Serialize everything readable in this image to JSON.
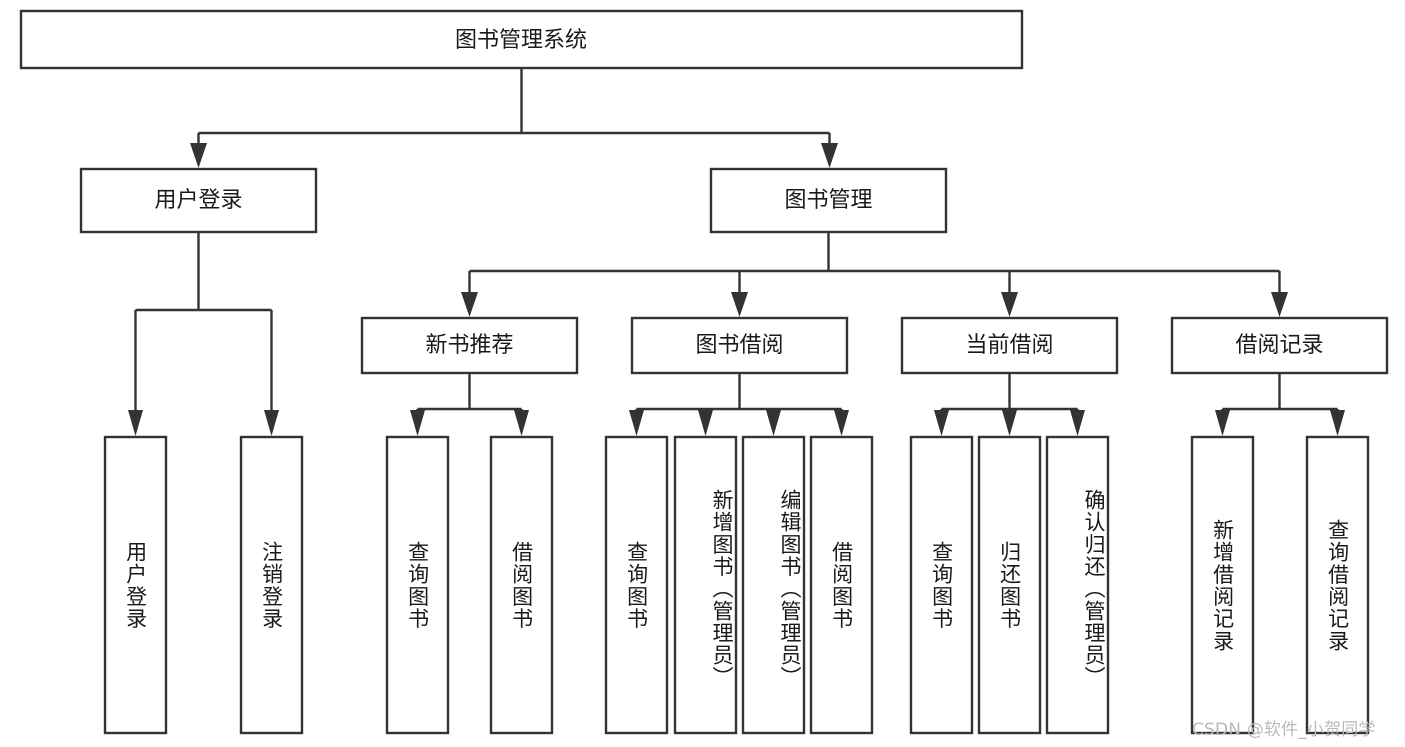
{
  "diagram": {
    "type": "tree-hierarchy",
    "title": "图书管理系统",
    "root": {
      "id": "root",
      "label": "图书管理系统",
      "orientation": "horizontal"
    },
    "level1": [
      {
        "id": "user-login",
        "label": "用户登录",
        "orientation": "horizontal"
      },
      {
        "id": "book-management",
        "label": "图书管理",
        "orientation": "horizontal"
      }
    ],
    "level2": [
      {
        "id": "new-book-recommend",
        "label": "新书推荐",
        "orientation": "horizontal",
        "parent": "book-management"
      },
      {
        "id": "book-borrow",
        "label": "图书借阅",
        "orientation": "horizontal",
        "parent": "book-management"
      },
      {
        "id": "current-borrow",
        "label": "当前借阅",
        "orientation": "horizontal",
        "parent": "book-management"
      },
      {
        "id": "borrow-record",
        "label": "借阅记录",
        "orientation": "horizontal",
        "parent": "book-management"
      }
    ],
    "leaves": [
      {
        "id": "leaf-user-login",
        "label": "用户登录",
        "orientation": "vertical",
        "parent": "user-login"
      },
      {
        "id": "leaf-user-logout",
        "label": "注销登录",
        "orientation": "vertical",
        "parent": "user-login"
      },
      {
        "id": "leaf-query-book-1",
        "label": "查询图书",
        "orientation": "vertical",
        "parent": "new-book-recommend"
      },
      {
        "id": "leaf-borrow-book-1",
        "label": "借阅图书",
        "orientation": "vertical",
        "parent": "new-book-recommend"
      },
      {
        "id": "leaf-query-book-2",
        "label": "查询图书",
        "orientation": "vertical",
        "parent": "book-borrow"
      },
      {
        "id": "leaf-add-book",
        "label": "新增图书（管理员）",
        "orientation": "vertical",
        "parent": "book-borrow"
      },
      {
        "id": "leaf-edit-book",
        "label": "编辑图书（管理员）",
        "orientation": "vertical",
        "parent": "book-borrow"
      },
      {
        "id": "leaf-borrow-book-2",
        "label": "借阅图书",
        "orientation": "vertical",
        "parent": "book-borrow"
      },
      {
        "id": "leaf-query-book-3",
        "label": "查询图书",
        "orientation": "vertical",
        "parent": "current-borrow"
      },
      {
        "id": "leaf-return-book",
        "label": "归还图书",
        "orientation": "vertical",
        "parent": "current-borrow"
      },
      {
        "id": "leaf-confirm-return",
        "label": "确认归还（管理员）",
        "orientation": "vertical",
        "parent": "current-borrow"
      },
      {
        "id": "leaf-add-record",
        "label": "新增借阅记录",
        "orientation": "vertical",
        "parent": "borrow-record"
      },
      {
        "id": "leaf-query-record",
        "label": "查询借阅记录",
        "orientation": "vertical",
        "parent": "borrow-record"
      }
    ],
    "colors": {
      "stroke": "#333333",
      "fill": "#ffffff",
      "text": "#1a1a1a",
      "watermark": "#b9b9b9",
      "background": "#ffffff"
    }
  },
  "watermark": {
    "text": "CSDN @软件_小贺同学"
  }
}
